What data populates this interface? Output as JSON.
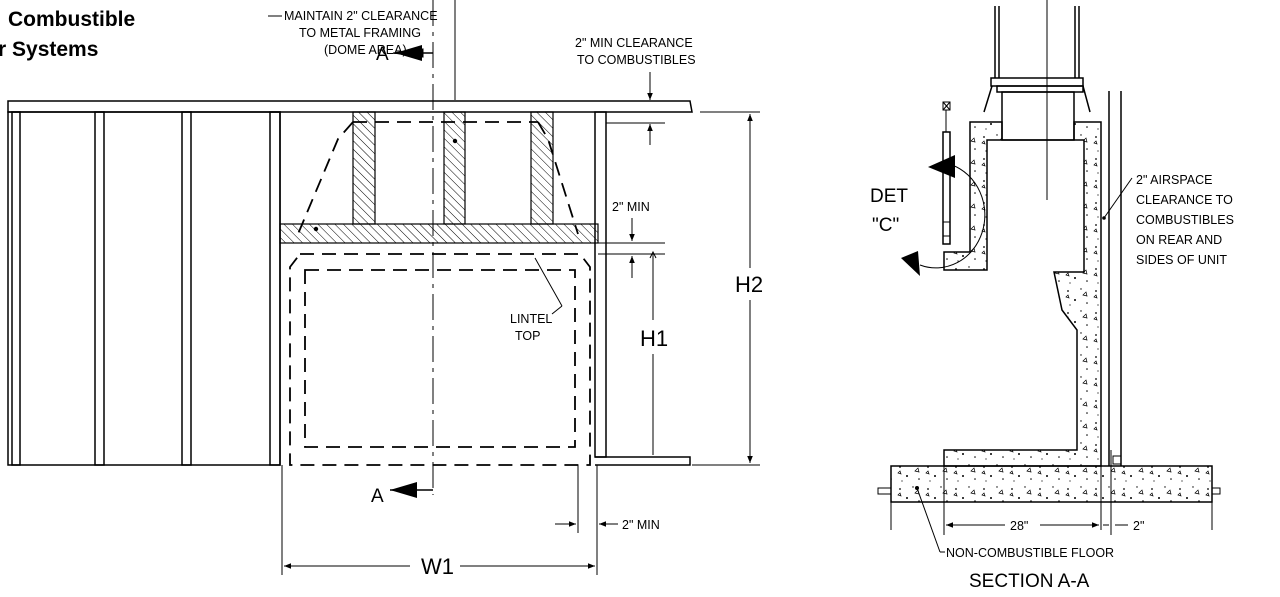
{
  "title": {
    "line1": "Combustible",
    "line2": "r Systems"
  },
  "elevation": {
    "clearance_dome": [
      "MAINTAIN 2\" CLEARANCE",
      "TO METAL FRAMING",
      "(DOME AREA)"
    ],
    "clearance_top": [
      "2\" MIN CLEARANCE",
      "TO COMBUSTIBLES"
    ],
    "section_marker": "A",
    "min_right": "2\" MIN",
    "lintel": [
      "LINTEL",
      "TOP"
    ],
    "h1": "H1",
    "h2": "H2",
    "w1": "W1",
    "min_bottom": "2\" MIN"
  },
  "section": {
    "detail": [
      "DET",
      "\"C\""
    ],
    "airspace": [
      "2\" AIRSPACE",
      "CLEARANCE TO",
      "COMBUSTIBLES",
      "ON REAR AND",
      "SIDES OF UNIT"
    ],
    "dim_depth": "28\"",
    "dim_air": "2\"",
    "floor": "NON-COMBUSTIBLE FLOOR",
    "caption": "SECTION A-A"
  }
}
